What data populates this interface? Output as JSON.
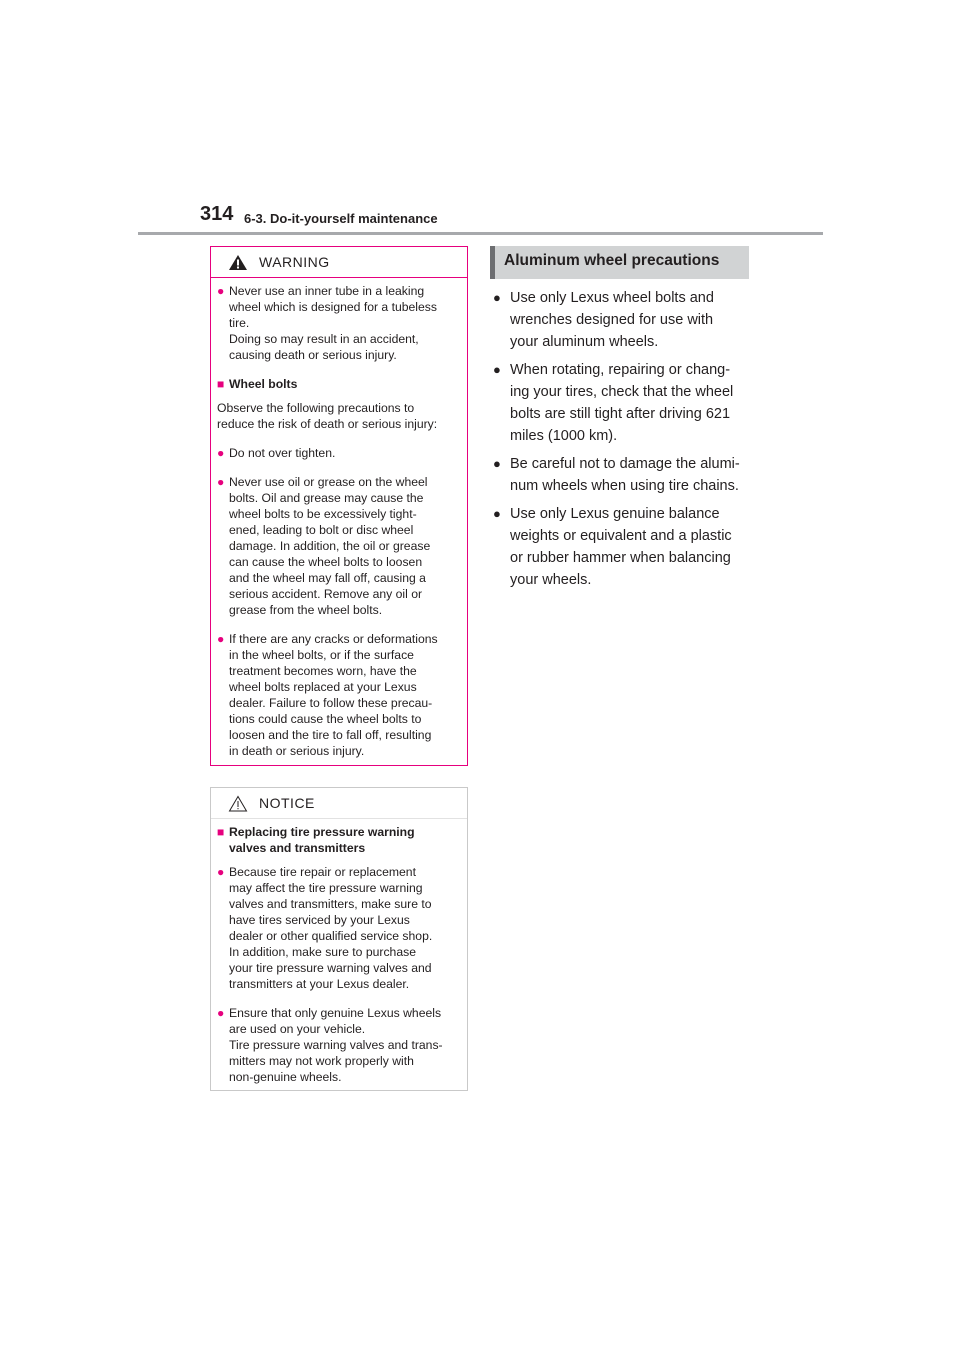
{
  "header": {
    "page_number": "314",
    "section": "6-3. Do-it-yourself maintenance"
  },
  "warning": {
    "title": "WARNING",
    "icon": "warning-triangle-icon",
    "items": [
      {
        "text": "Never use an inner tube in a leaking\nwheel which is designed for a tubeless\ntire.\nDoing so may result in an accident,\ncausing death or serious injury."
      },
      {
        "heading": "Wheel bolts"
      },
      {
        "para": "Observe the following precautions to\nreduce the risk of death or serious injury:"
      },
      {
        "text": "Do not over tighten."
      },
      {
        "text": "Never use oil or grease on the wheel\nbolts. Oil and grease may cause the\nwheel bolts to be excessively tight-\nened, leading to bolt or disc wheel\ndamage. In addition, the oil or grease\ncan cause the wheel bolts to loosen\nand the wheel may fall off, causing a\nserious accident. Remove any oil or\ngrease from the wheel bolts."
      },
      {
        "text": "If there are any cracks or deformations\nin the wheel bolts, or if the surface\ntreatment becomes worn, have the\nwheel bolts replaced at your Lexus\ndealer. Failure to follow these precau-\ntions could cause the wheel bolts to\nloosen and the tire to fall off, resulting\nin death or serious injury."
      }
    ]
  },
  "notice": {
    "title": "NOTICE",
    "icon": "notice-triangle-icon",
    "items": [
      {
        "heading": "Replacing tire pressure warning\nvalves and transmitters"
      },
      {
        "text": "Because tire repair or replacement\nmay affect the tire pressure warning\nvalves and transmitters, make sure to\nhave tires serviced by your Lexus\ndealer or other qualified service shop.\nIn addition, make sure to purchase\nyour tire pressure warning valves and\ntransmitters at your Lexus dealer."
      },
      {
        "text": "Ensure that only genuine Lexus wheels\nare used on your vehicle.\nTire pressure warning valves and trans-\nmitters may not work properly with\nnon-genuine wheels."
      }
    ]
  },
  "aluminum": {
    "title": "Aluminum wheel precautions",
    "items": [
      "Use only Lexus wheel bolts and\nwrenches designed for use with\nyour aluminum wheels.",
      "When rotating, repairing or chang-\ning your tires, check that the wheel\nbolts are still tight after driving 621\nmiles (1000 km).",
      "Be careful not to damage the alumi-\nnum wheels when using tire chains.",
      "Use only Lexus genuine balance\nweights or equivalent and a plastic\nor rubber hammer when balancing\nyour wheels."
    ]
  },
  "colors": {
    "accent": "#e6007e",
    "rule": "#a7a9ac",
    "heading_bg": "#d1d3d4"
  }
}
